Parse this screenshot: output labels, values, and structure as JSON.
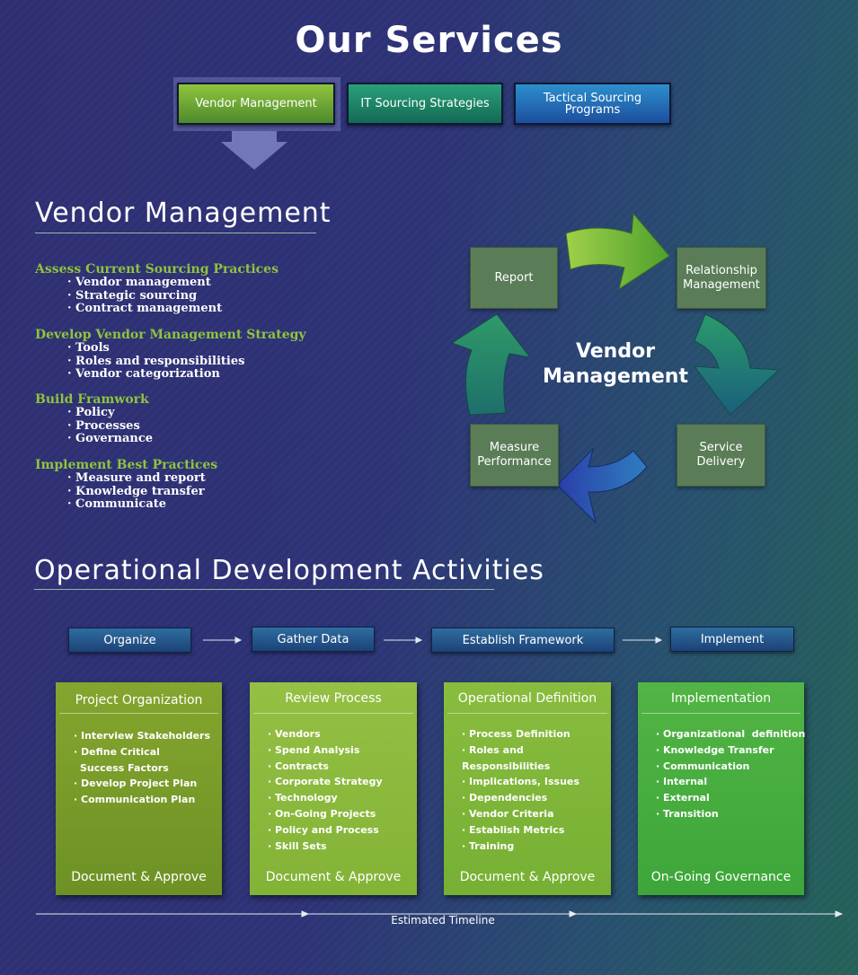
{
  "title": "Our Services",
  "tabs": [
    {
      "label": "Vendor Management"
    },
    {
      "label": "IT Sourcing Strategies"
    },
    {
      "label": "Tactical Sourcing Programs"
    }
  ],
  "vendor_section": {
    "heading": "Vendor Management",
    "groups": [
      {
        "title": "Assess Current Sourcing Practices",
        "items": [
          "· Vendor management",
          "· Strategic sourcing",
          "· Contract management"
        ]
      },
      {
        "title": "Develop Vendor Management Strategy",
        "items": [
          "· Tools",
          "· Roles and responsibilities",
          "· Vendor categorization"
        ]
      },
      {
        "title": "Build Framwork",
        "items": [
          "· Policy",
          "· Processes",
          "· Governance"
        ]
      },
      {
        "title": "Implement Best Practices",
        "items": [
          "· Measure and report",
          "· Knowledge transfer",
          "· Communicate"
        ]
      }
    ]
  },
  "cycle": {
    "center": "Vendor Management",
    "boxes": [
      "Report",
      "Relationship Management",
      "Service Delivery",
      "Measure Performance"
    ]
  },
  "ops_section": {
    "heading": "Operational Development Activities",
    "phases": [
      "Organize",
      "Gather Data",
      "Establish Framework",
      "Implement"
    ],
    "cards": [
      {
        "title": "Project Organization",
        "items": [
          "· Interview Stakeholders",
          "· Define Critical",
          "Success Factors",
          "· Develop Project Plan",
          "· Communication Plan"
        ],
        "footer": "Document & Approve"
      },
      {
        "title": "Review Process",
        "items": [
          "· Vendors",
          "· Spend Analysis",
          "· Contracts",
          "· Corporate Strategy",
          "· Technology",
          "· On-Going Projects",
          "· Policy and Process",
          "· Skill Sets"
        ],
        "footer": "Document & Approve"
      },
      {
        "title": "Operational Definition",
        "items": [
          "· Process Definition",
          "· Roles and Responsibilities",
          "· Implications, Issues",
          "· Dependencies",
          "· Vendor Criteria",
          "· Establish Metrics",
          "· Training"
        ],
        "footer": "Document & Approve"
      },
      {
        "title": "Implementation",
        "items": [
          "· Organizational  definition",
          "· Knowledge Transfer",
          "· Communication",
          "· Internal",
          "· External",
          "· Transition"
        ],
        "footer": "On-Going Governance"
      }
    ],
    "timeline_label": "Estimated Timeline"
  },
  "colors": {
    "accent_green": "#8fc43e",
    "card_colors": [
      "#7fa12a",
      "#8bbb3a",
      "#7fb83a",
      "#4cae3e"
    ]
  }
}
